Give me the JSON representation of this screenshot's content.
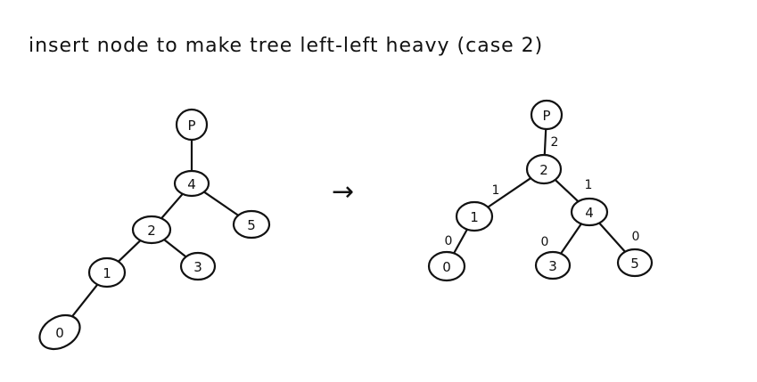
{
  "title": "insert node to make tree left-left heavy (case 2)",
  "colors": {
    "ink": "#111111",
    "highlight": "#2e9b1f",
    "background": "#ffffff"
  },
  "before_tree": {
    "nodes": [
      {
        "id": "bP",
        "label": "P",
        "highlight": false
      },
      {
        "id": "b4",
        "label": "4",
        "highlight": false
      },
      {
        "id": "b2",
        "label": "2",
        "highlight": false
      },
      {
        "id": "b5",
        "label": "5",
        "highlight": false
      },
      {
        "id": "b1",
        "label": "1",
        "highlight": false
      },
      {
        "id": "b3",
        "label": "3",
        "highlight": false
      },
      {
        "id": "b0",
        "label": "0",
        "highlight": true
      }
    ],
    "edges": [
      {
        "from": "bP",
        "to": "b4",
        "label": ""
      },
      {
        "from": "b4",
        "to": "b2",
        "label": ""
      },
      {
        "from": "b4",
        "to": "b5",
        "label": ""
      },
      {
        "from": "b2",
        "to": "b1",
        "label": ""
      },
      {
        "from": "b2",
        "to": "b3",
        "label": ""
      },
      {
        "from": "b1",
        "to": "b0",
        "label": ""
      }
    ]
  },
  "arrow": "→",
  "after_tree": {
    "nodes": [
      {
        "id": "aP",
        "label": "P",
        "highlight": false
      },
      {
        "id": "a2",
        "label": "2",
        "highlight": false
      },
      {
        "id": "a1",
        "label": "1",
        "highlight": false
      },
      {
        "id": "a4",
        "label": "4",
        "highlight": false
      },
      {
        "id": "a0",
        "label": "0",
        "highlight": false
      },
      {
        "id": "a3",
        "label": "3",
        "highlight": false
      },
      {
        "id": "a5",
        "label": "5",
        "highlight": false
      }
    ],
    "edges": [
      {
        "from": "aP",
        "to": "a2",
        "label": "2"
      },
      {
        "from": "a2",
        "to": "a1",
        "label": "1"
      },
      {
        "from": "a2",
        "to": "a4",
        "label": "1"
      },
      {
        "from": "a1",
        "to": "a0",
        "label": "0"
      },
      {
        "from": "a4",
        "to": "a3",
        "label": "0"
      },
      {
        "from": "a4",
        "to": "a5",
        "label": "0"
      }
    ]
  }
}
